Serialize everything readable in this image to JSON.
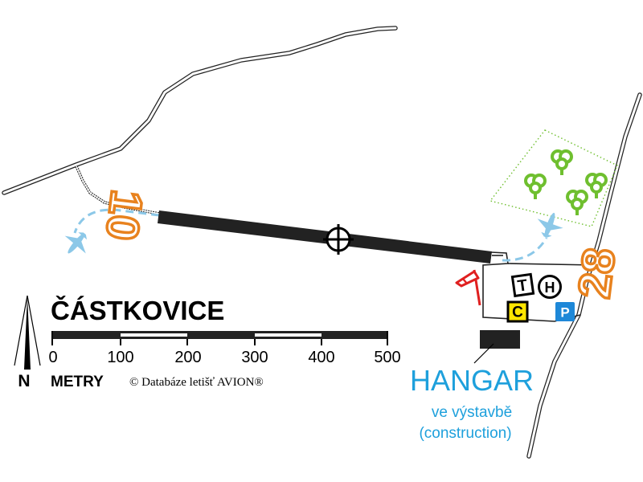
{
  "airport": {
    "name": "ČÁSTKOVICE",
    "copyright": "© Databáze letišť AVION®"
  },
  "runway": {
    "designators": [
      "10",
      "28"
    ]
  },
  "scale_bar": {
    "ticks": [
      "0",
      "100",
      "200",
      "300",
      "400",
      "500"
    ],
    "unit": "METRY"
  },
  "north_arrow": {
    "label": "N"
  },
  "hangar": {
    "title": "HANGAR",
    "subtitle": "ve výstavbě",
    "note": "(construction)"
  },
  "facilities": {
    "landing_t": "T",
    "heliport": "H",
    "fuel_c": "C",
    "parking": "P"
  },
  "colors": {
    "runway_number": "#e8821e",
    "approach": "#8cc8e8",
    "hangar_text": "#1ea0dc",
    "forest": "#6fbf2f",
    "windsock": "#e02020",
    "fuel_badge": "#ffe600",
    "parking_badge": "#1e88d8"
  },
  "icons": [
    "airplane-icon",
    "airplane-icon",
    "tree-icon",
    "windsock-icon",
    "arp-crosshair-icon",
    "north-arrow-icon"
  ]
}
